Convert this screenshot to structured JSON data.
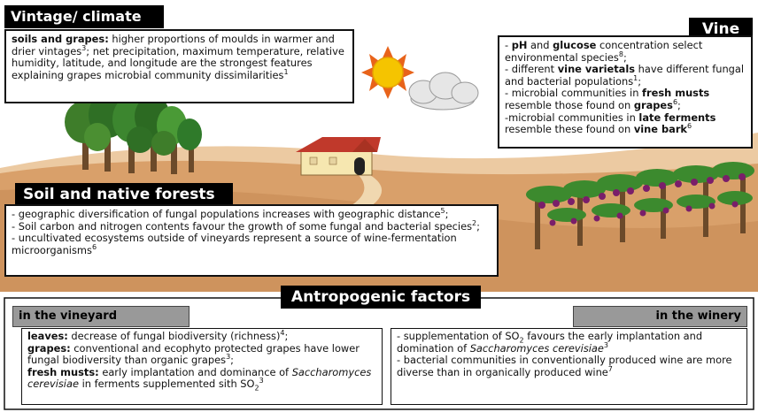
{
  "headers": {
    "vintage": "Vintage/ climate",
    "vine": "Vine",
    "soil": "Soil and native forests",
    "antropogenic": "Antropogenic factors",
    "vineyard": "in the vineyard",
    "winery": "in the winery"
  },
  "vintage_text": {
    "lead": "soils and grapes:",
    "t1": " higher proportions of moulds in warmer and drier vintages",
    "r1": "3",
    "t2": "; net precipitation, maximum temperature, relative humidity, latitude, and longitude are the strongest features explaining grapes microbial community dissimilarities",
    "r2": "1"
  },
  "vine_text": {
    "a1": "- ",
    "a_b1": "pH",
    "a2": " and ",
    "a_b2": "glucose",
    "a3": " concentration select environmental species",
    "a_r": "8",
    "a4": ";",
    "b1": "- different ",
    "b_b": "vine varietals",
    "b2": " have different fungal and bacterial populations",
    "b_r": "1",
    "b3": ";",
    "c1": "- microbial communities in ",
    "c_b1": "fresh musts",
    "c2": " resemble those found on ",
    "c_b2": "grapes",
    "c_r": "6",
    "c3": ";",
    "d1": "-microbial communities in ",
    "d_b1": "late ferments",
    "d2": " resemble these found on ",
    "d_b2": "vine bark",
    "d_r": "6"
  },
  "soil_text": {
    "l1": "- geographic diversification of fungal populations increases with geographic distance",
    "r1": "5",
    "l1e": ";",
    "l2": "- Soil carbon and nitrogen contents favour the growth of some fungal and bacterial species",
    "r2": "2",
    "l2e": ";",
    "l3": "- uncultivated ecosystems outside of vineyards represent a source of wine-fermentation microorganisms",
    "r3": "6"
  },
  "vineyard_text": {
    "b1": "leaves:",
    "t1": " decrease of fungal biodiversity (richness)",
    "r1": "4",
    "e1": ";",
    "b2": "grapes:",
    "t2": " conventional and ecophyto protected grapes have lower fungal biodiversity than organic grapes",
    "r2": "3",
    "e2": ";",
    "b3": "fresh musts:",
    "t3": " early implantation and dominance of ",
    "i3": "Saccharomyces cerevisiae",
    "t3b": " in ferments supplemented sith SO",
    "s3": "2",
    "r3": "3"
  },
  "winery_text": {
    "t1": "- supplementation of SO",
    "s1": "2",
    "t1b": " favours the early implantation and domination of ",
    "i1": "Saccharomyces cerevisiae",
    "r1": "3",
    "t2": "- bacterial communities in conventionally produced wine are more diverse than in organically produced wine",
    "r2": "7"
  },
  "colors": {
    "hill": "#d9a06a",
    "hill_far": "#e8c39a",
    "tree": "#2f7a2a",
    "trunk": "#6b4a2a",
    "sun": "#f5c400",
    "sun_rays": "#e8631a",
    "roof": "#c0392b",
    "house": "#f6e7b0",
    "grapes": "#7a1e6a",
    "vine_leaf": "#3c8a2e",
    "header_bg": "#000000",
    "subheader_bg": "#999999"
  }
}
